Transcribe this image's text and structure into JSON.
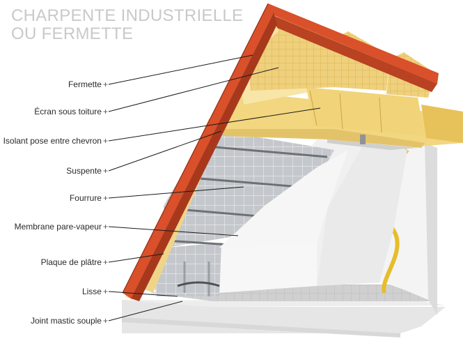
{
  "title": {
    "line1": "CHARPENTE INDUSTRIELLE",
    "line2": "OU FERMETTE"
  },
  "labels": [
    {
      "id": "fermette",
      "text": "Fermette"
    },
    {
      "id": "ecran",
      "text": "Écran sous toiture"
    },
    {
      "id": "isolant",
      "text": "Isolant pose entre chevron"
    },
    {
      "id": "suspente",
      "text": "Suspente"
    },
    {
      "id": "fourrure",
      "text": "Fourrure"
    },
    {
      "id": "membrane",
      "text": "Membrane pare-vapeur"
    },
    {
      "id": "plaque",
      "text": "Plaque de plâtre"
    },
    {
      "id": "lisse",
      "text": "Lisse"
    },
    {
      "id": "joint",
      "text": "Joint mastic souple"
    }
  ],
  "marker": "+",
  "colors": {
    "tile": "#d9502a",
    "tile_dark": "#a8381c",
    "insulation": "#f1d98a",
    "insulation_dark": "#d9b85e",
    "timber": "#f3dc92",
    "membrane_grey": "#b9bcc0",
    "plaster": "#f2f2f2",
    "floor": "#cfcfcf",
    "wall_yellow": "#e8c23a",
    "title_grey": "#c9c9c9",
    "leader": "#1a1a1a"
  }
}
